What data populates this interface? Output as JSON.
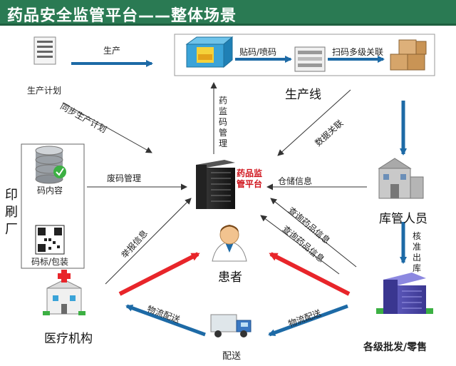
{
  "title": "药品安全监管平台——整体场景",
  "labels": {
    "production": "生产",
    "production_plan": "生产计划",
    "sticker": "贴码/喷码",
    "scan_assoc": "扫码多级关联",
    "production_line": "生产线",
    "sync_plan": "同步生产计划",
    "code_mgmt": "药监码管理",
    "data_assoc": "数据关联",
    "code_content": "码内容",
    "waste_code": "废码管理",
    "platform": "药品监管平台",
    "storage_info": "仓储信息",
    "warehouse": "库管人员",
    "printing": "印刷厂",
    "code_pack": "码标/包装",
    "query1": "查询药品信息",
    "query2": "查询药品信息",
    "report": "举报信息",
    "verify": "核准出库",
    "patient": "患者",
    "hospital": "医疗机构",
    "logistics1": "物流配送",
    "logistics2": "物流配送",
    "delivery": "配送",
    "wholesale": "各级批发/零售"
  },
  "colors": {
    "title_bg": "#2a7a53",
    "blue_arrow": "#1d6aa6",
    "red_arrow": "#e8252a",
    "red_text": "#d0141c"
  }
}
